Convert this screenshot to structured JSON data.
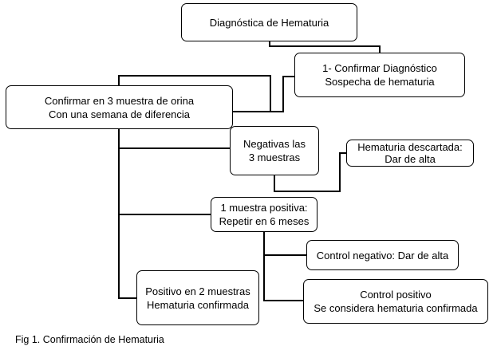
{
  "diagram": {
    "nodes": [
      {
        "id": "diagnostico",
        "lines": [
          "Diagnóstica de Hematuria"
        ]
      },
      {
        "id": "confirmar-diagnostico",
        "lines": [
          "1- Confirmar Diagnóstico",
          "Sospecha de hematuria"
        ]
      },
      {
        "id": "confirmar-3-muestras",
        "lines": [
          "Confirmar en 3 muestra de orina",
          "Con una semana de diferencia"
        ]
      },
      {
        "id": "negativas",
        "lines": [
          "Negativas las",
          "3 muestras"
        ]
      },
      {
        "id": "descartada",
        "lines": [
          "Hematuria descartada:",
          "Dar de alta"
        ]
      },
      {
        "id": "una-positiva",
        "lines": [
          "1 muestra positiva:",
          "Repetir en 6 meses"
        ]
      },
      {
        "id": "control-negativo",
        "lines": [
          "Control negativo: Dar de alta"
        ]
      },
      {
        "id": "control-positivo",
        "lines": [
          "Control positivo",
          "Se considera hematuria confirmada"
        ]
      },
      {
        "id": "positivo-2",
        "lines": [
          "Positivo en 2 muestras",
          "Hematuria confirmada"
        ]
      }
    ],
    "edges": [
      {
        "from": "diagnostico",
        "to": "confirmar-diagnostico"
      },
      {
        "from": "confirmar-diagnostico",
        "to": "confirmar-3-muestras"
      },
      {
        "from": "confirmar-3-muestras",
        "to": "negativas"
      },
      {
        "from": "confirmar-3-muestras",
        "to": "una-positiva"
      },
      {
        "from": "confirmar-3-muestras",
        "to": "positivo-2"
      },
      {
        "from": "negativas",
        "to": "descartada"
      },
      {
        "from": "una-positiva",
        "to": "control-negativo"
      },
      {
        "from": "una-positiva",
        "to": "control-positivo"
      }
    ],
    "caption": "Fig 1. Confirmación de Hematuria"
  }
}
